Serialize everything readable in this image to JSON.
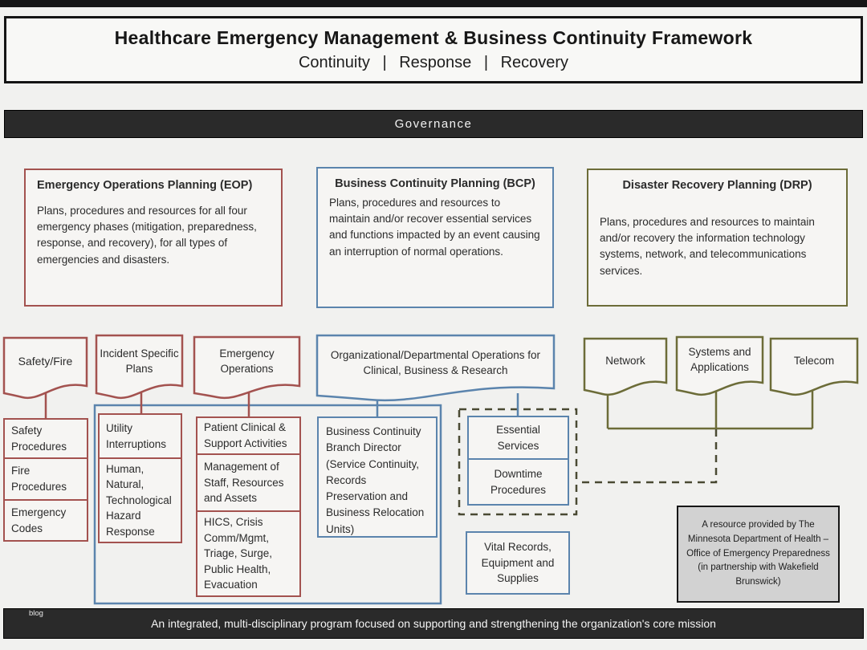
{
  "header": {
    "title": "Healthcare Emergency Management & Business Continuity Framework",
    "subtitle": "Continuity | Response | Recovery",
    "governance_label": "Governance"
  },
  "colors": {
    "accent_red": "#a3524f",
    "accent_blue": "#5b84ad",
    "accent_olive": "#6c6c38",
    "dark_bar": "#2a2a2a",
    "gray_note_fill": "#d2d2d2",
    "box_fill": "#f6f5f3",
    "background": "#f1f1ef"
  },
  "planning_boxes": [
    {
      "id": "eop",
      "title": "Emergency Operations Planning (EOP)",
      "body": "Plans, procedures and resources for all four emergency phases (mitigation, preparedness, response, and recovery), for all types of emergencies and disasters."
    },
    {
      "id": "bcp",
      "title": "Business Continuity Planning (BCP)",
      "body": "Plans, procedures and resources to maintain and/or recover essential services and functions impacted by an event causing an interruption of normal operations."
    },
    {
      "id": "drp",
      "title": "Disaster Recovery Planning (DRP)",
      "body": "Plans, procedures and resources to maintain and/or recovery the information technology systems, network, and telecommunications services."
    }
  ],
  "documents": [
    {
      "id": "safety-fire",
      "label": "Safety/Fire"
    },
    {
      "id": "incident-specific-plans",
      "label": "Incident Specific Plans"
    },
    {
      "id": "emergency-operations",
      "label": "Emergency Operations"
    },
    {
      "id": "org-departmental",
      "label": "Organizational/Departmental Operations for Clinical, Business & Research"
    },
    {
      "id": "network",
      "label": "Network"
    },
    {
      "id": "systems-applications",
      "label": "Systems and Applications"
    },
    {
      "id": "telecom",
      "label": "Telecom"
    }
  ],
  "stacks": {
    "safety": [
      "Safety Procedures",
      "Fire Procedures",
      "Emergency Codes"
    ],
    "utility": [
      "Utility Interruptions",
      "Human, Natural, Technological Hazard Response"
    ],
    "patient": [
      "Patient Clinical & Support Activities",
      "Management of Staff, Resources and Assets",
      "HICS, Crisis Comm/Mgmt, Triage, Surge, Public Health, Evacuation"
    ],
    "essential": [
      "Essential Services",
      "Downtime Procedures"
    ]
  },
  "boxes": {
    "branch_director": "Business Continuity Branch Director (Service Continuity, Records Preservation and Business Relocation Units)",
    "vital_records": "Vital Records, Equipment and Supplies",
    "resource_note": "A resource provided by The Minnesota Department of Health – Office of Emergency Preparedness (in partnership with Wakefield Brunswick)"
  },
  "footer": {
    "mission_text": "An integrated, multi-disciplinary program focused on supporting and strengthening the organization's core mission",
    "watermark": "blog"
  }
}
